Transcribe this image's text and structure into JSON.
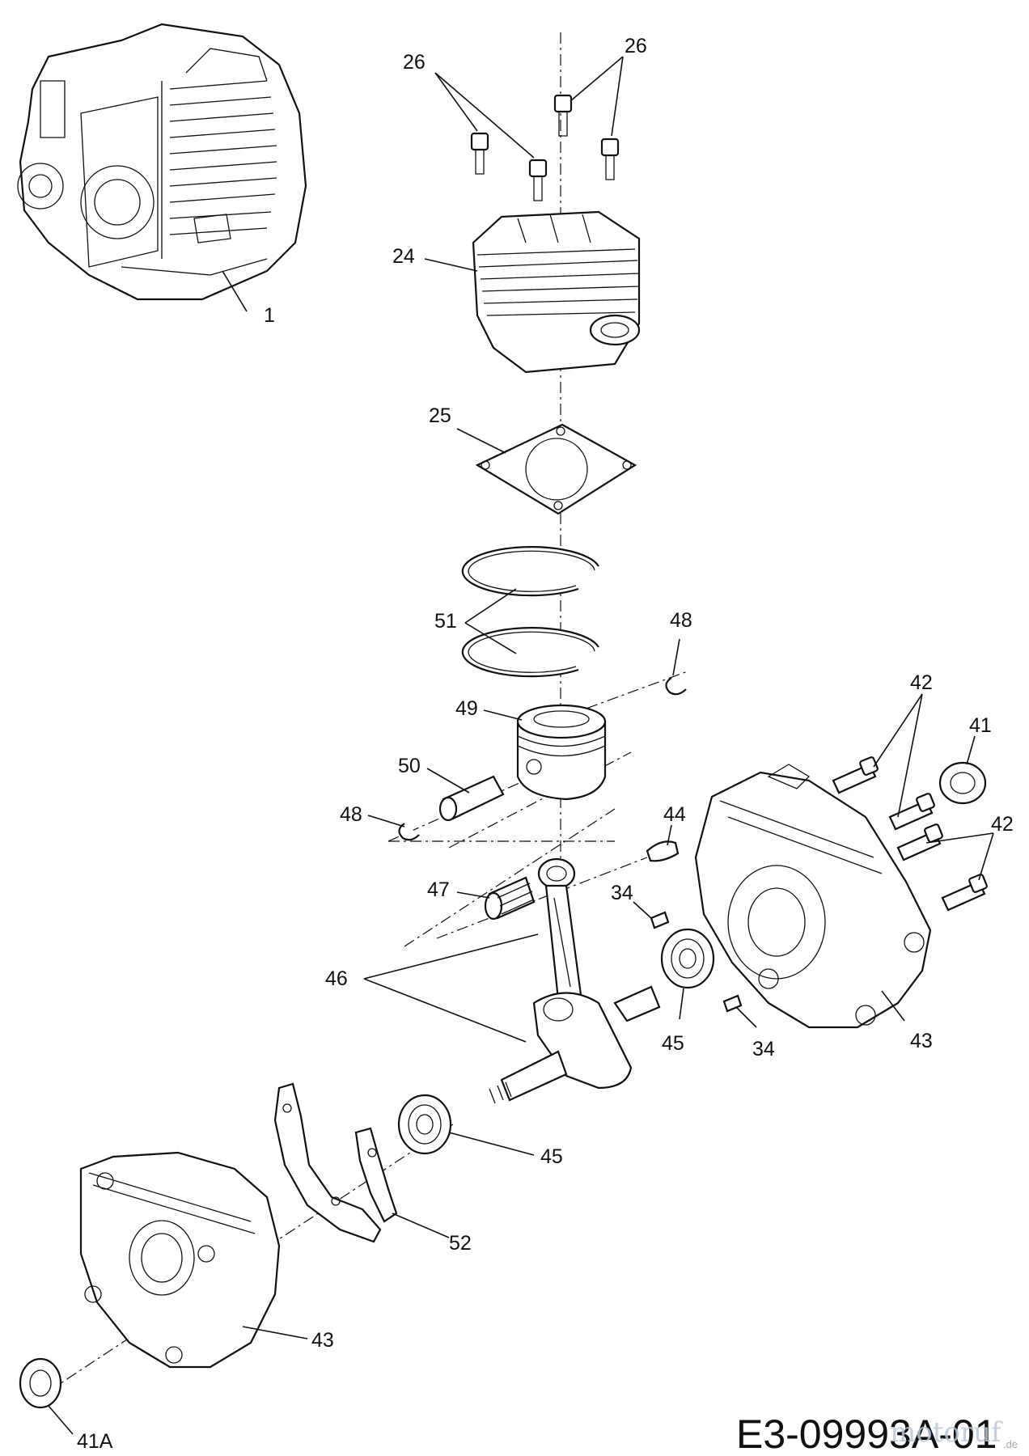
{
  "drawing_code": "E3-09993A-01",
  "watermark": {
    "brand": "motoruf",
    "suffix": ".de"
  },
  "labels": {
    "p1": "1",
    "p24": "24",
    "p25": "25",
    "p26a": "26",
    "p26b": "26",
    "p34a": "34",
    "p34b": "34",
    "p41": "41",
    "p41a": "41A",
    "p42a": "42",
    "p42b": "42",
    "p43a": "43",
    "p43b": "43",
    "p44": "44",
    "p45a": "45",
    "p45b": "45",
    "p46": "46",
    "p47": "47",
    "p48a": "48",
    "p48b": "48",
    "p49": "49",
    "p50": "50",
    "p51": "51",
    "p52": "52"
  }
}
